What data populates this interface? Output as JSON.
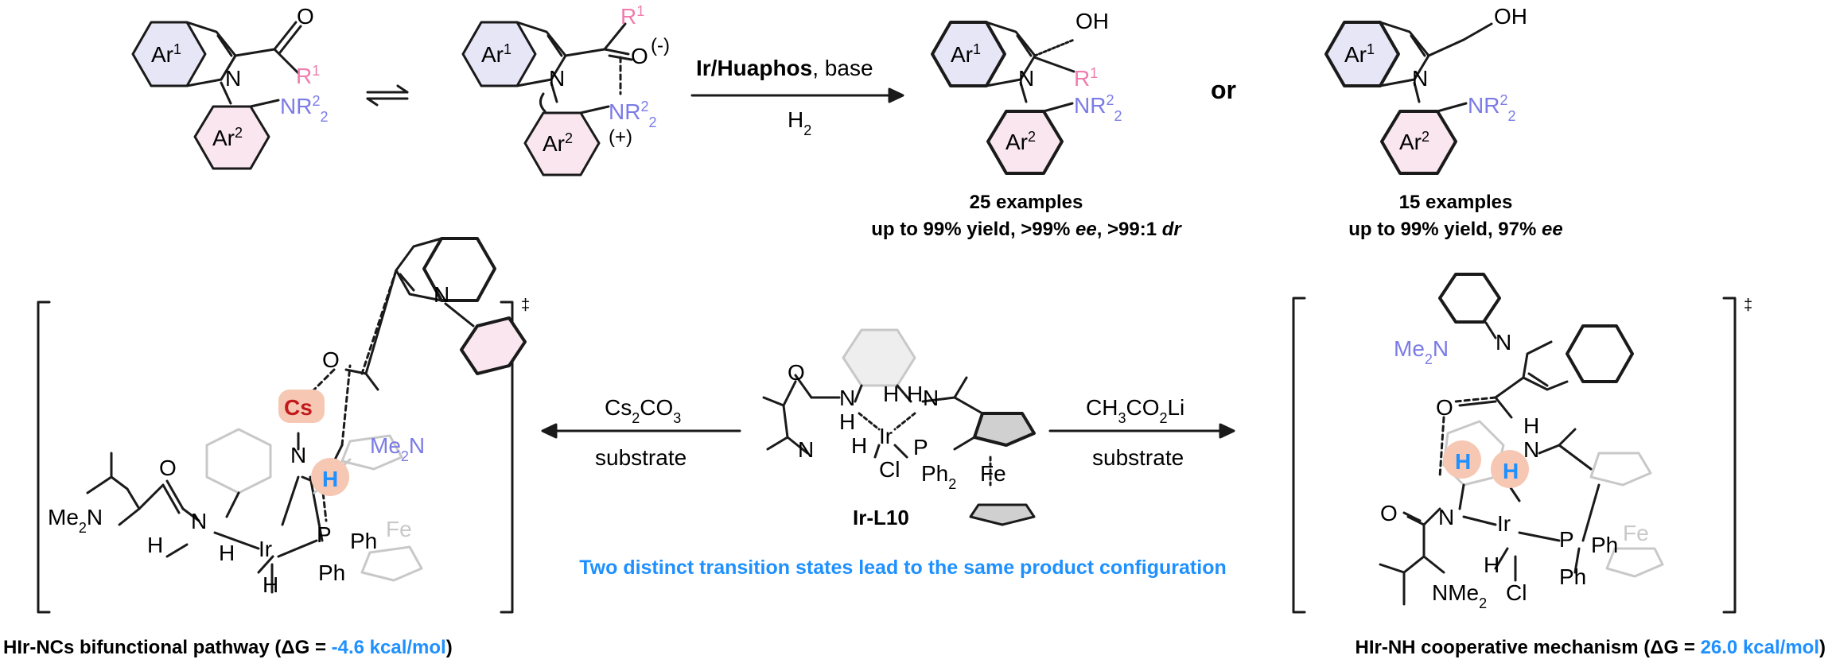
{
  "top_scheme": {
    "substrate": {
      "ar1": "Ar",
      "ar1_sup": "1",
      "ar2": "Ar",
      "ar2_sup": "2",
      "o": "O",
      "r1": "R",
      "r1_sup": "1",
      "nr": "NR",
      "nr_sup": "2",
      "nr_sub": "2"
    },
    "intermediate": {
      "ar1": "Ar",
      "ar1_sup": "1",
      "ar2": "Ar",
      "ar2_sup": "2",
      "r1": "R",
      "r1_sup": "1",
      "o": "O",
      "minus": "(-)",
      "nr": "NR",
      "nr_sup": "2",
      "nr_sub": "2",
      "plus": "(+)"
    },
    "arrow": {
      "catalyst": "Ir/Huaphos",
      "rest": ", base",
      "h2": "H",
      "h2_sub": "2"
    },
    "product1": {
      "ar1": "Ar",
      "ar1_sup": "1",
      "ar2": "Ar",
      "ar2_sup": "2",
      "oh": "OH",
      "r1": "R",
      "r1_sup": "1",
      "nr": "NR",
      "nr_sup": "2",
      "nr_sub": "2",
      "examples": "25 examples",
      "yield_a": "up to 99% yield, >99% ",
      "ee": "ee",
      "yield_b": ", >99:1 ",
      "dr": "dr"
    },
    "or": "or",
    "product2": {
      "ar1": "Ar",
      "ar1_sup": "1",
      "ar2": "Ar",
      "ar2_sup": "2",
      "oh": "OH",
      "nr": "NR",
      "nr_sup": "2",
      "nr_sub": "2",
      "examples": "15 examples",
      "yield_a": "up to 99% yield, 97% ",
      "ee": "ee"
    }
  },
  "left_ts": {
    "o": "O",
    "cs": "Cs",
    "n1": "N",
    "h_highlight": "H",
    "n_indole": "N",
    "me2n": "Me",
    "me2n_sub": "2",
    "me2n_n": "N",
    "o2": "O",
    "me2n_left": "Me",
    "me2n_left_sub": "2",
    "me2n_left_n": "N",
    "n2": "N",
    "h1": "H",
    "ir": "Ir",
    "h2": "H",
    "h3": "H",
    "p": "P",
    "ph1": "Ph",
    "ph2": "Ph",
    "fe": "Fe",
    "dagger": "‡",
    "caption_a": "HIr-NCs bifunctional pathway (",
    "delta": "ΔG = ",
    "value": "-4.6 kcal/mol",
    "caption_b": ")"
  },
  "left_arrow": {
    "top": "Cs",
    "top_sub": "2",
    "top_rest": "CO",
    "top_sub2": "3",
    "bottom": "substrate"
  },
  "right_arrow": {
    "top": "CH",
    "top_sub": "3",
    "top_mid": "CO",
    "top_sub2": "2",
    "top_rest": "Li",
    "bottom": "substrate"
  },
  "catalyst": {
    "o": "O",
    "n1": "N",
    "h1": "H",
    "h2": "H",
    "ir": "Ir",
    "n2": "N",
    "h3": "H",
    "h4": "H",
    "nme": "N",
    "cl": "Cl",
    "p": "P",
    "ph": "Ph",
    "ph_sub": "2",
    "fe": "Fe",
    "label": "Ir-L10"
  },
  "center_note": "Two distinct transition states lead to the same product configuration",
  "right_ts": {
    "me2n": "Me",
    "me2n_sub": "2",
    "me2n_n": "N",
    "n_indole": "N",
    "o": "O",
    "h_left": "H",
    "h_right": "H",
    "nh": "H",
    "nh_n": "N",
    "o2": "O",
    "n": "N",
    "ir": "Ir",
    "p": "P",
    "ph1": "Ph",
    "ph2": "Ph",
    "fe": "Fe",
    "h": "H",
    "cl": "Cl",
    "nme2": "NMe",
    "nme2_sub": "2",
    "dagger": "‡",
    "caption_a": "HIr-NH cooperative mechanism (",
    "delta": "ΔG = ",
    "value": "26.0 kcal/mol",
    "caption_b": ")"
  },
  "colors": {
    "blue": "#1e90ff",
    "purple": "#7b7be6",
    "pink": "#f07cae",
    "ar1_fill": "#e6e6f7",
    "ar2_fill": "#f9e6ee",
    "highlight": "#f6c7b3"
  }
}
